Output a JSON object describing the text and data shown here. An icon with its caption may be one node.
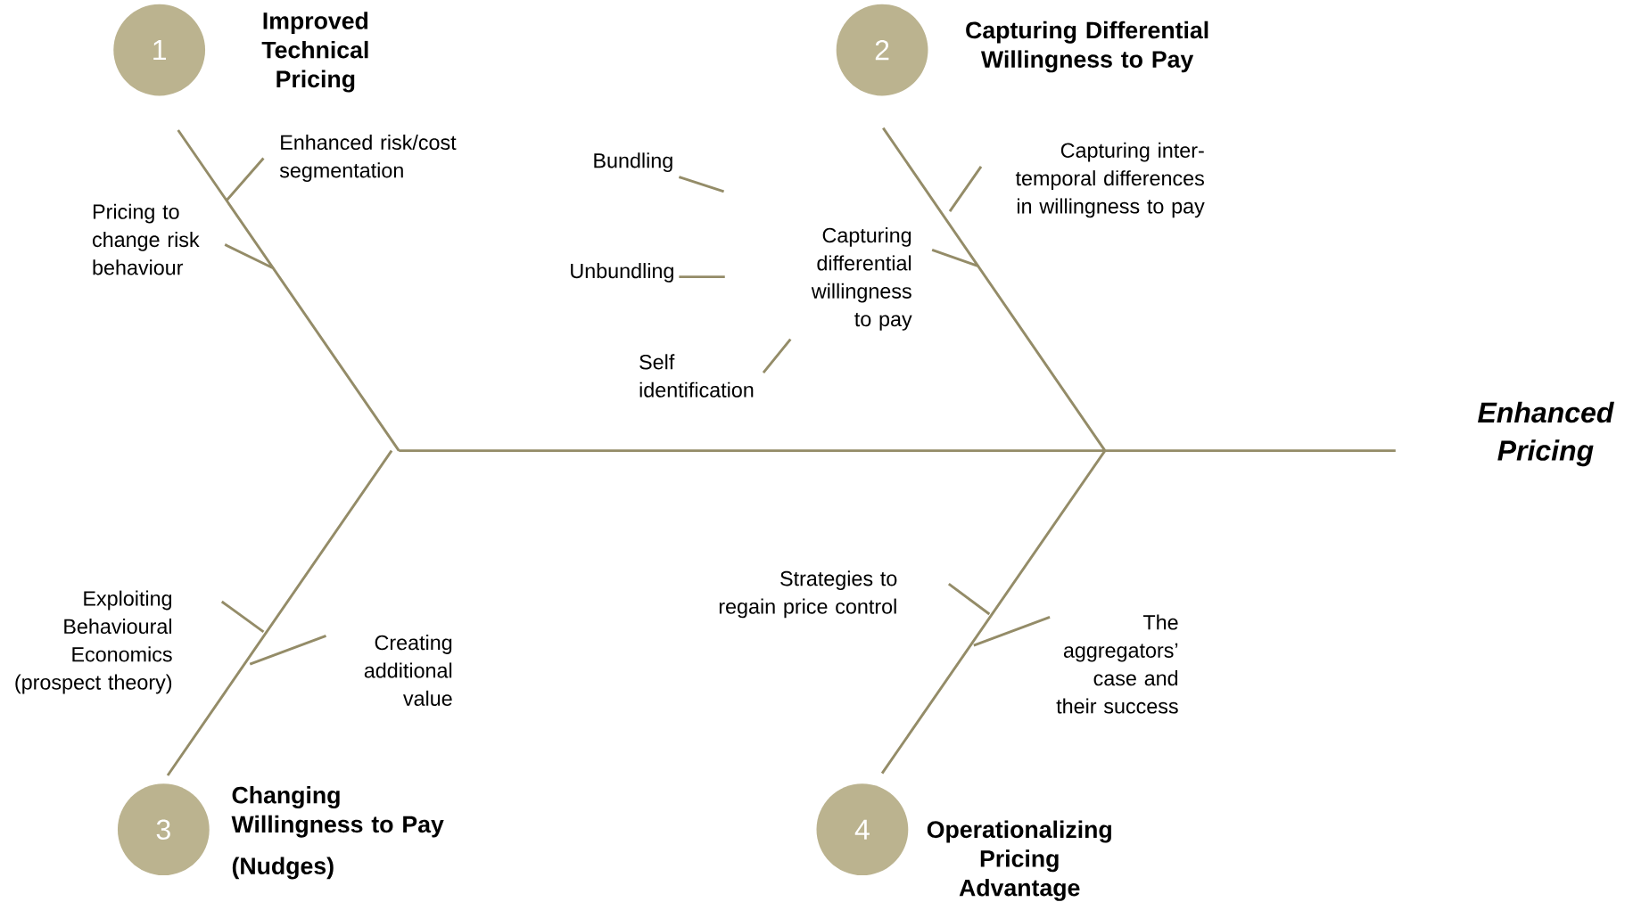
{
  "diagram": {
    "nodes": [
      {
        "text": [
          "1",
          "Improved Technical Pricing"
        ]
      },
      {
        "text": [
          "2",
          "Capturing Differential Willingness to Pay"
        ]
      },
      {
        "text": [
          "3",
          "Changing Willingness to Pay",
          "(Nudges)"
        ]
      },
      {
        "text": [
          "4",
          "Operationalizing Pricing Advantage"
        ]
      },
      {
        "text": [
          "Enhanced Pricing"
        ]
      }
    ],
    "labels": [
      "Enhanced risk/cost segmentation",
      "Bundling",
      "Capturing inter-temporal differences in willingness to pay",
      "Pricing to change risk behaviour",
      "Unbundling",
      "Capturing differential willingness to pay",
      "Self identification",
      "Strategies to regain price control",
      "Exploiting Behavioural Economics (prospect theory)",
      "Creating additional value",
      "The aggregators’ case and their success"
    ]
  }
}
